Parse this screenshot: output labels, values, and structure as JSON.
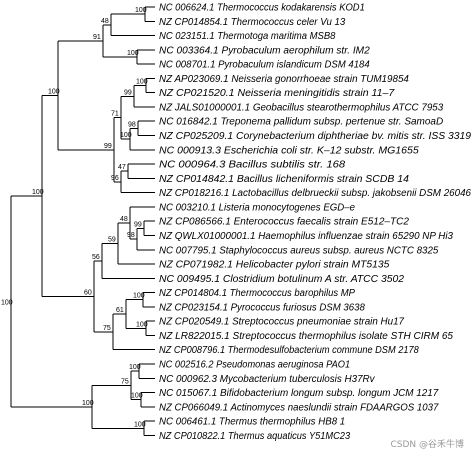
{
  "tree": {
    "taxa": [
      "NC 006624.1 Thermococcus kodakarensis KOD1",
      "NZ CP014854.1 Thermococcus celer Vu 13",
      "NC 023151.1 Thermotoga maritima MSB8",
      "NC 003364.1 Pyrobaculum aerophilum str. IM2",
      "NC 008701.1 Pyrobaculum islandicum DSM 4184",
      "NZ AP023069.1 Neisseria gonorrhoeae strain TUM19854",
      "NZ CP021520.1 Neisseria meningitidis strain 11–7",
      "NZ JALS01000001.1 Geobacillus stearothermophilus ATCC 7953",
      "NC 016842.1 Treponema pallidum subsp. pertenue str. SamoaD",
      "NZ CP025209.1 Corynebacterium diphtheriae bv. mitis str. ISS 3319",
      "NC 000913.3 Escherichia coli str. K–12 substr. MG1655",
      "NC 000964.3 Bacillus subtilis str. 168",
      "NZ CP014842.1 Bacillus licheniformis strain SCDB 14",
      "NZ CP018216.1 Lactobacillus delbrueckii subsp. jakobsenii DSM 26046",
      "NC 003210.1 Listeria monocytogenes EGD–e",
      "NZ CP086566.1 Enterococcus faecalis strain E512–TC2",
      "NZ QWLX01000001.1 Haemophilus influenzae strain 65290 NP Hi3",
      "NC 007795.1 Staphylococcus aureus subsp. aureus NCTC 8325",
      "NZ CP071982.1 Helicobacter pylori strain MT5135",
      "NC 009495.1 Clostridium botulinum A str. ATCC 3502",
      "NZ CP014804.1 Thermococcus barophilus MP",
      "NZ CP023154.1 Pyrococcus furiosus DSM 3638",
      "NZ CP020549.1 Streptococcus pneumoniae strain Hu17",
      "NZ LR822015.1 Streptococcus thermophilus isolate STH CIRM 65",
      "NZ CP008796.1 Thermodesulfobacterium commune DSM 2178",
      "NC 002516.2 Pseudomonas aeruginosa PAO1",
      "NC 000962.3 Mycobacterium tuberculosis H37Rv",
      "NC 015067.1 Bifidobacterium longum subsp. longum JCM 1217",
      "NZ CP066049.1 Actinomyces naeslundii strain FDAARGOS 1037",
      "NC 006461.1 Thermus thermophilus HB8 1",
      "NZ CP010822.1 Thermus aquaticus Y51MC23"
    ],
    "clades": [
      {
        "id": "n1",
        "children": [
          "t0",
          "t1"
        ],
        "support": "100"
      },
      {
        "id": "n2",
        "children": [
          "n1",
          "t2"
        ],
        "support": "48"
      },
      {
        "id": "n3",
        "children": [
          "t3",
          "t4"
        ],
        "support": "100"
      },
      {
        "id": "n4",
        "children": [
          "n2",
          "n3"
        ],
        "support": "91"
      },
      {
        "id": "n5",
        "children": [
          "t5",
          "t6"
        ],
        "support": "100"
      },
      {
        "id": "n6",
        "children": [
          "n5",
          "t7"
        ],
        "support": "99"
      },
      {
        "id": "n7",
        "children": [
          "t8",
          "t9"
        ],
        "support": "98"
      },
      {
        "id": "n8",
        "children": [
          "n7",
          "t10"
        ],
        "support": "100"
      },
      {
        "id": "n9",
        "children": [
          "n6",
          "n8"
        ],
        "support": "71"
      },
      {
        "id": "n10",
        "children": [
          "t11",
          "t12"
        ],
        "support": "47"
      },
      {
        "id": "n11",
        "children": [
          "n10",
          "t13"
        ],
        "support": "96"
      },
      {
        "id": "n12",
        "children": [
          "n9",
          "n11"
        ],
        "support": "99"
      },
      {
        "id": "n13",
        "children": [
          "n4",
          "n12"
        ],
        "support": "100"
      },
      {
        "id": "n14",
        "children": [
          "t15",
          "t16"
        ],
        "support": "99"
      },
      {
        "id": "n15",
        "children": [
          "n14",
          "t17"
        ],
        "support": "98"
      },
      {
        "id": "n16",
        "children": [
          "t14",
          "n15"
        ],
        "support": "48"
      },
      {
        "id": "n17",
        "children": [
          "n16",
          "t18"
        ],
        "support": "59"
      },
      {
        "id": "n18",
        "children": [
          "n17",
          "t19"
        ],
        "support": "56"
      },
      {
        "id": "n19",
        "children": [
          "t20",
          "t21"
        ],
        "support": "100"
      },
      {
        "id": "n20",
        "children": [
          "t22",
          "t23"
        ],
        "support": "100"
      },
      {
        "id": "n21",
        "children": [
          "n19",
          "n20"
        ],
        "support": "61"
      },
      {
        "id": "n22",
        "children": [
          "n21",
          "t24"
        ],
        "support": "75"
      },
      {
        "id": "n23",
        "children": [
          "n18",
          "n22"
        ],
        "support": "60"
      },
      {
        "id": "n24",
        "children": [
          "n13",
          "n23"
        ],
        "support": "100"
      },
      {
        "id": "n25",
        "children": [
          "t25",
          "t26"
        ],
        "support": "100"
      },
      {
        "id": "n26",
        "children": [
          "t27",
          "t28"
        ],
        "support": "100"
      },
      {
        "id": "n27",
        "children": [
          "n25",
          "n26"
        ],
        "support": "75"
      },
      {
        "id": "n28",
        "children": [
          "t29",
          "t30"
        ],
        "support": "100"
      },
      {
        "id": "n29",
        "children": [
          "n27",
          "n28"
        ],
        "support": "100"
      },
      {
        "id": "root",
        "children": [
          "n24",
          "n29"
        ],
        "support": "100"
      }
    ]
  },
  "watermark": "CSDN @谷禾牛博"
}
